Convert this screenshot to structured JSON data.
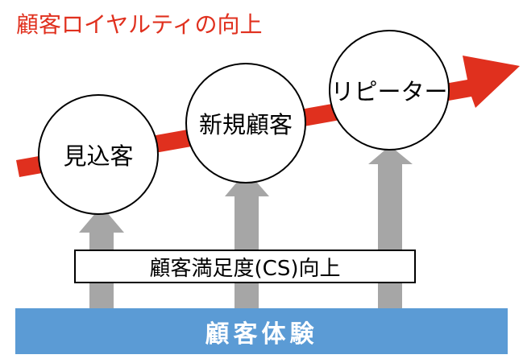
{
  "title": {
    "text": "顧客ロイヤルティの向上",
    "color": "#e0301e"
  },
  "stages": [
    {
      "label": "見込客"
    },
    {
      "label": "新規顧客"
    },
    {
      "label": "リピーター"
    }
  ],
  "cs_box": {
    "label": "顧客満足度(CS)向上"
  },
  "base": {
    "label": "顧客体験",
    "color": "#5b9bd5",
    "text_color": "#ffffff"
  },
  "colors": {
    "growth_arrow": "#e0301e",
    "support_arrows": "#a6a6a6"
  }
}
